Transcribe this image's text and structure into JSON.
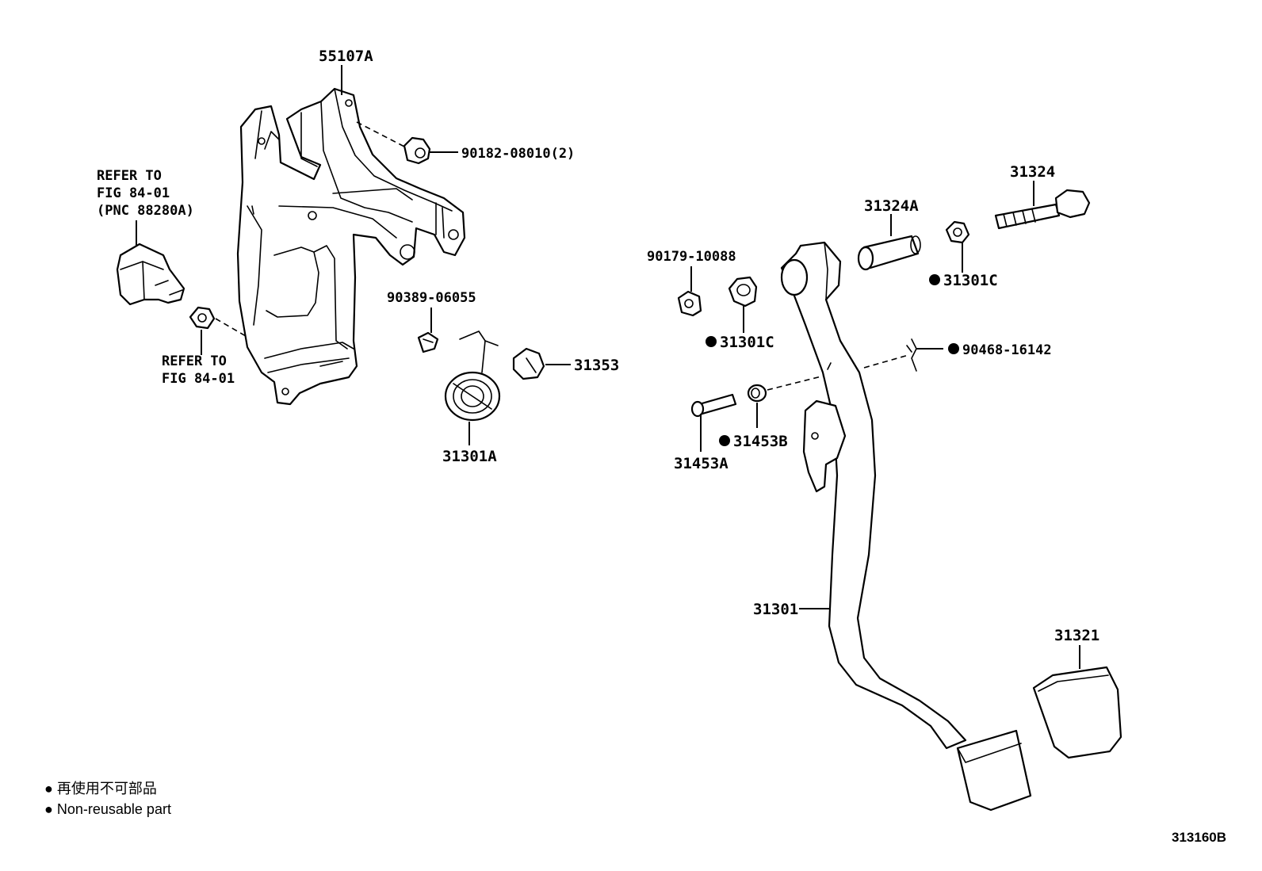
{
  "labels": {
    "p55107a": "55107A",
    "p90182": "90182-08010(2)",
    "refer1_l1": "REFER TO",
    "refer1_l2": "FIG 84-01",
    "refer1_l3": "(PNC 88280A)",
    "refer2_l1": "REFER TO",
    "refer2_l2": "FIG 84-01",
    "p90389": "90389-06055",
    "p31353": "31353",
    "p31301a": "31301A",
    "p90179": "90179-10088",
    "p31301c_a": "31301C",
    "p31324a": "31324A",
    "p31324": "31324",
    "p31301c_b": "31301C",
    "p90468": "90468-16142",
    "p31453b": "31453B",
    "p31453a": "31453A",
    "p31301": "31301",
    "p31321": "31321"
  },
  "legend": {
    "line1": "● 再使用不可部品",
    "line2": "● Non-reusable part"
  },
  "figure_code": "313160B"
}
